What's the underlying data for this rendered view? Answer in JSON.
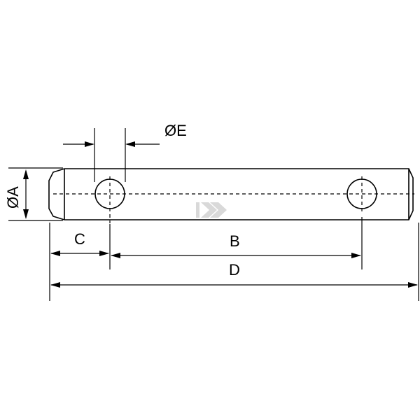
{
  "drawing": {
    "labels": {
      "diameter_a": "ØA",
      "diameter_e": "ØE",
      "b": "B",
      "c": "C",
      "d": "D"
    }
  }
}
